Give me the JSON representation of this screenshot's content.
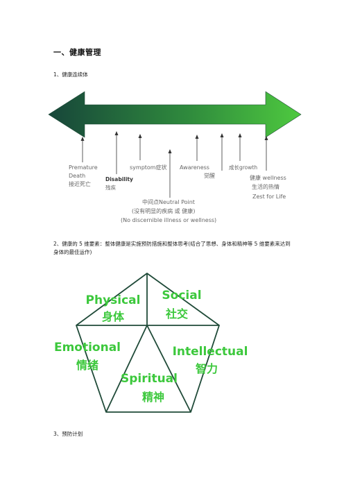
{
  "heading": "一、健康管理",
  "section1": {
    "title": "1、健康连续体",
    "labels": {
      "premature_en1": "Premature",
      "premature_en2": "Death",
      "premature_cn": "接近死亡",
      "disability_en": "Disability",
      "disability_cn": "残疾",
      "symptom": "symptom症状",
      "awareness_en": "Awareness",
      "awareness_cn": "觉醒",
      "growth": "成长growth",
      "wellness": "健康  wellness",
      "zest_cn": "生活的热情",
      "zest_en": "Zest for Life",
      "neutral_en": "中间点Neutral Point",
      "neutral_cn": "(没有明显的疾病  或  健康)",
      "neutral_paren": "(No discernible illness or wellness)"
    }
  },
  "section2": {
    "text": "2、健康的 5 维要素：整体健康是实施预防措施和整体思考(结合了思想、身体和精神等 5 维要素来达到身体的最佳运作)",
    "physical_en": "Physical",
    "physical_cn": "身体",
    "social_en": "Social",
    "social_cn": "社交",
    "emotional_en": "Emotional",
    "emotional_cn": "情绪",
    "intellectual_en": "Intellectual",
    "intellectual_cn": "智力",
    "spiritual_en": "Spiritual",
    "spiritual_cn": "精神",
    "label_color": "#3cc83c",
    "line_color": "#1f4a38"
  },
  "section3": {
    "title": "3、预防计划"
  },
  "colors": {
    "arrow_dark": "#17463a",
    "arrow_light": "#4ec93f"
  }
}
